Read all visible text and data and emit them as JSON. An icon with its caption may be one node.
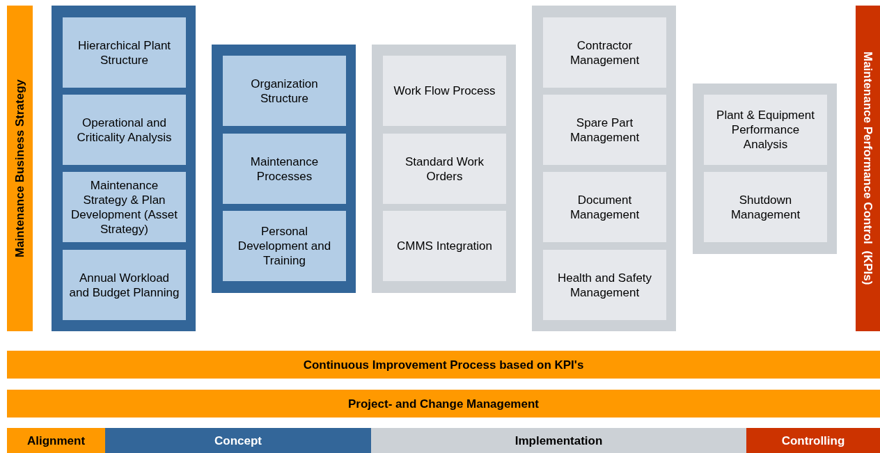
{
  "diagram": {
    "nodes": [
      {
        "text": [
          "Maintenance Business Strategy"
        ]
      },
      {
        "text": [],
        "shape": "box"
      },
      {
        "text": [
          "Hierarchical Plant Structure"
        ],
        "in": 1
      },
      {
        "text": [
          "Operational and Criticality Analysis"
        ],
        "in": 1
      },
      {
        "text": [
          "Maintenance Strategy & Plan Development (Asset Strategy)"
        ],
        "in": 1
      },
      {
        "text": [
          "Annual Workload and Budget Planning"
        ],
        "in": 1
      },
      {
        "text": [],
        "shape": "box"
      },
      {
        "text": [
          "Organization Structure"
        ],
        "in": 6
      },
      {
        "text": [
          "Maintenance Processes"
        ],
        "in": 6
      },
      {
        "text": [
          "Personal Development and Training"
        ],
        "in": 6
      },
      {
        "text": [],
        "shape": "box"
      },
      {
        "text": [
          "Work Flow Process"
        ],
        "in": 10
      },
      {
        "text": [
          "Standard Work Orders"
        ],
        "in": 10
      },
      {
        "text": [
          "CMMS Integration"
        ],
        "in": 10
      },
      {
        "text": [],
        "shape": "box"
      },
      {
        "text": [
          "Contractor Management"
        ],
        "in": 14
      },
      {
        "text": [
          "Spare Part Management"
        ],
        "in": 14
      },
      {
        "text": [
          "Document Management"
        ],
        "in": 14
      },
      {
        "text": [
          "Health and Safety Management"
        ],
        "in": 14
      },
      {
        "text": [],
        "shape": "box"
      },
      {
        "text": [
          "Plant & Equipment Performance Analysis"
        ],
        "in": 19
      },
      {
        "text": [
          "Shutdown Management"
        ],
        "in": 19
      },
      {
        "text": [
          "Maintenance Performance Control  (KPIs)"
        ]
      },
      {
        "text": [
          "Continuous Improvement Process based on KPI's"
        ]
      },
      {
        "text": [
          "Project- and Change Management"
        ]
      },
      {
        "text": [
          "Alignment"
        ]
      },
      {
        "text": [
          "Concept"
        ]
      },
      {
        "text": [
          "Implementation"
        ]
      },
      {
        "text": [
          "Controlling"
        ]
      }
    ]
  }
}
